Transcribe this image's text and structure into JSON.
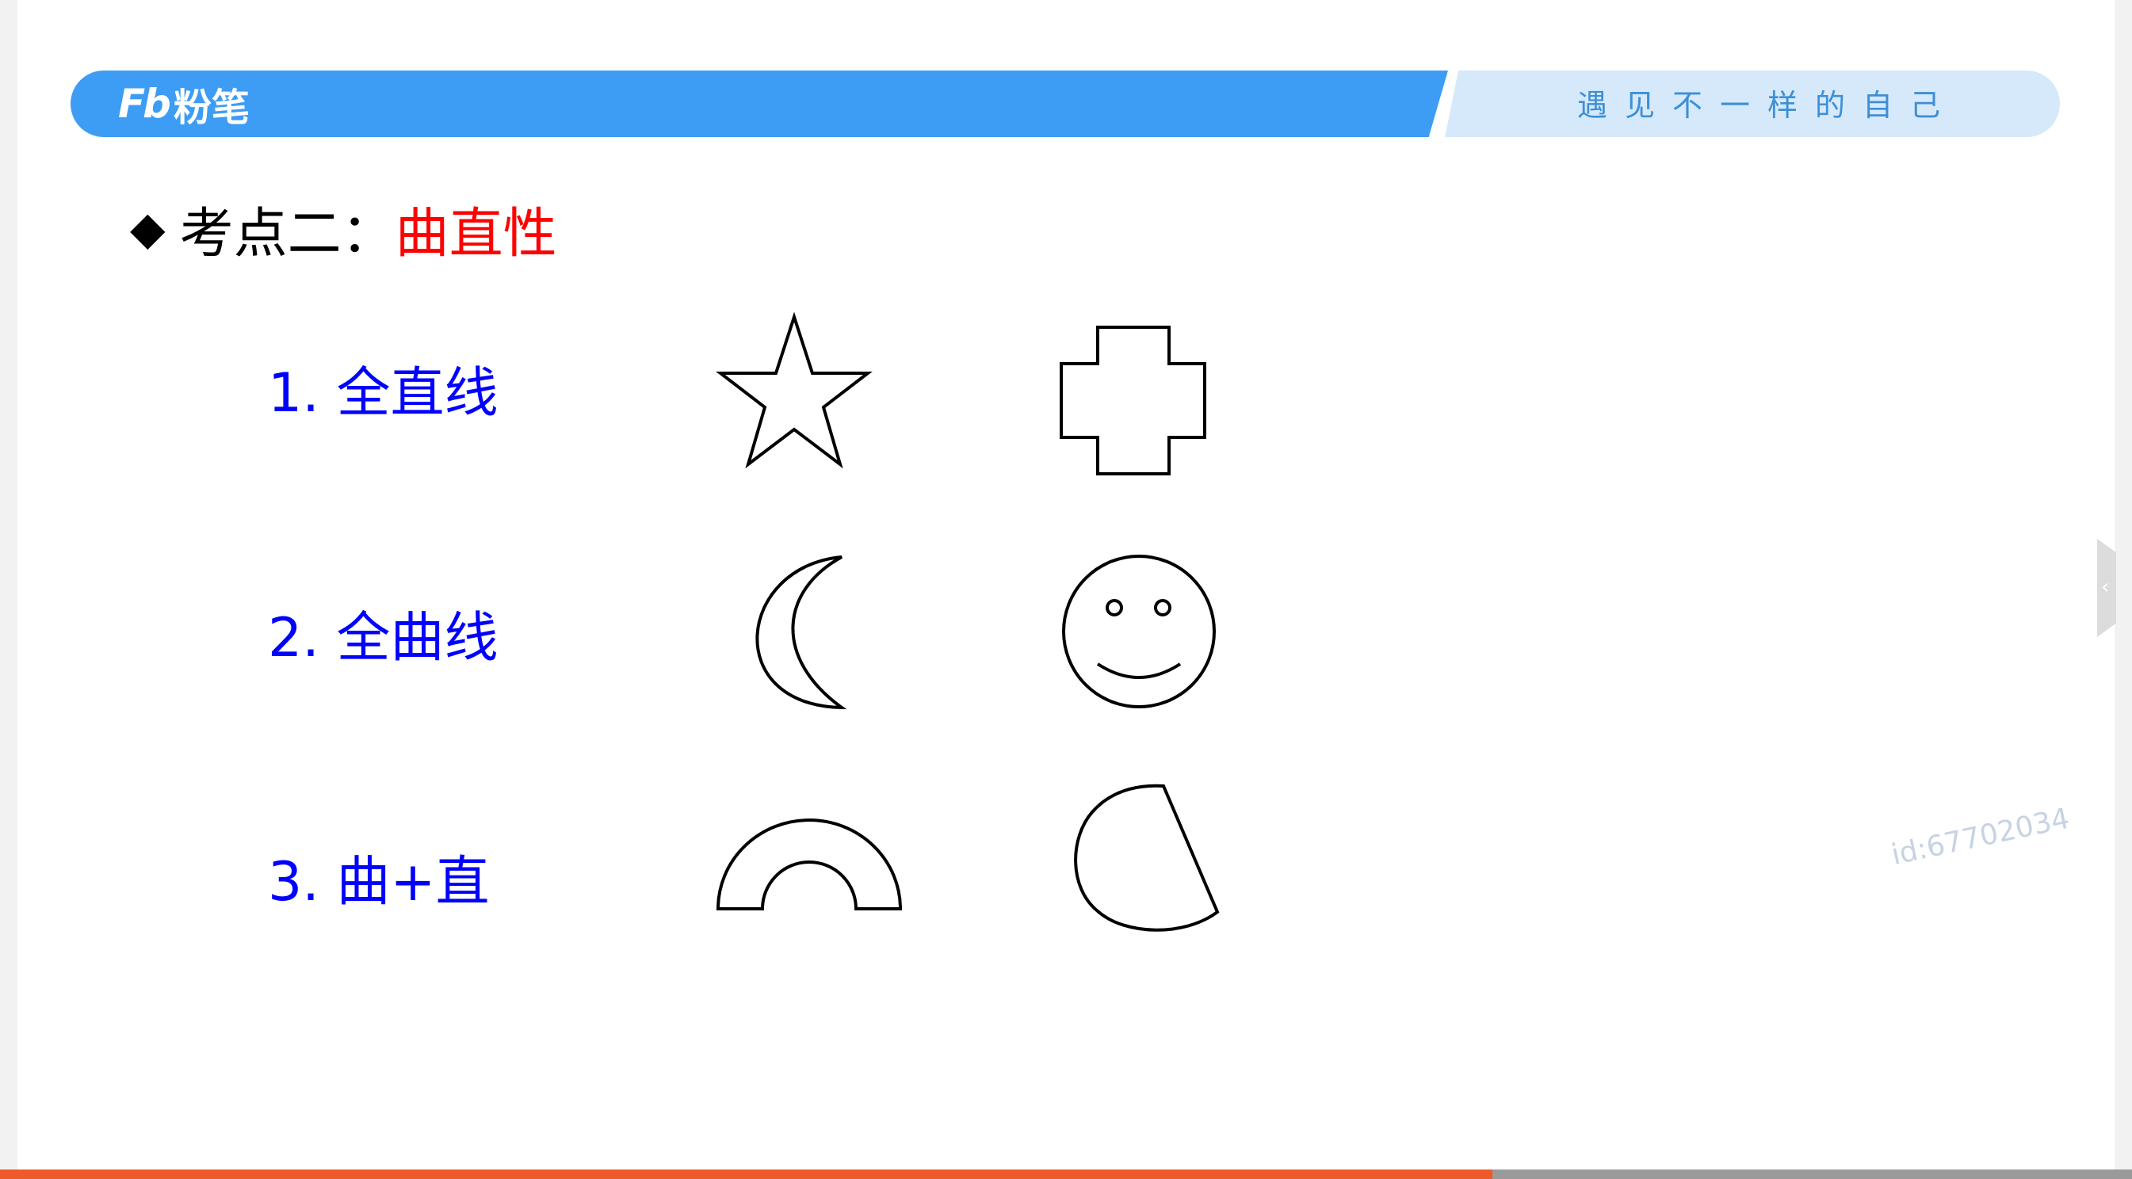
{
  "header": {
    "logo_mark": "Fb",
    "logo_text": "粉笔",
    "slogan": "遇见不一样的自己"
  },
  "heading": {
    "bullet": "◆",
    "prefix": "考点二：",
    "keyword": "曲直性"
  },
  "items": [
    {
      "label": "1. 全直线",
      "shapes": [
        "star-shape",
        "cross-shape"
      ]
    },
    {
      "label": "2. 全曲线",
      "shapes": [
        "crescent-shape",
        "smiley-face-shape"
      ]
    },
    {
      "label": "3. 曲+直",
      "shapes": [
        "arch-shape",
        "cut-circle-shape"
      ]
    }
  ],
  "watermark": "id:67702034",
  "side_tab_icon": "chevron-left-icon",
  "progress": {
    "fraction": 0.7
  },
  "colors": {
    "banner": "#3d9df5",
    "banner_light": "#d6e9fb",
    "item_text": "#0000ff",
    "keyword": "#ff0000",
    "progress": "#ef5a2a"
  }
}
